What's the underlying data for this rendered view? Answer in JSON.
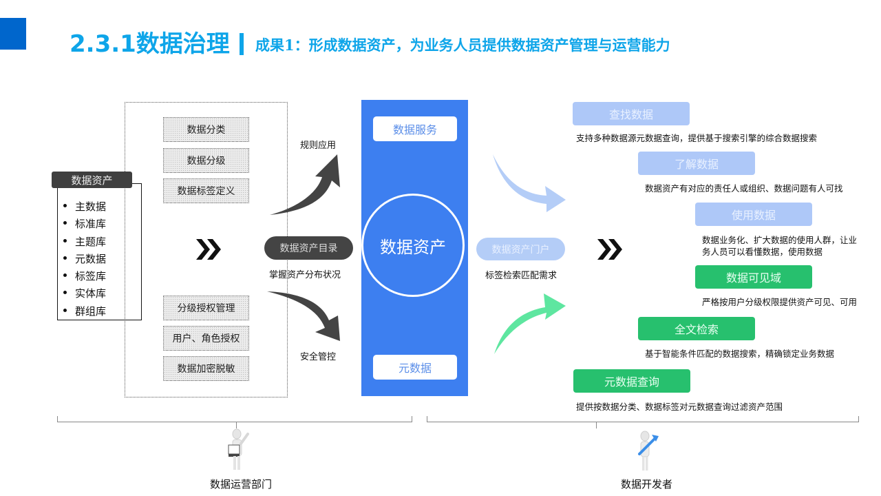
{
  "header": {
    "section_number_title": "2.3.1数据治理",
    "subtitle": "成果1：形成数据资产，为业务人员提供数据资产管理与运营能力"
  },
  "left": {
    "governance_items_top": [
      "数据分类",
      "数据分级",
      "数据标签定义"
    ],
    "governance_items_bottom": [
      "分级授权管理",
      "用户、角色授权",
      "数据加密脱敏"
    ],
    "asset_box": {
      "label": "数据资产",
      "items": [
        "主数据",
        "标准库",
        "主题库",
        "元数据",
        "标签库",
        "实体库",
        "群组库"
      ]
    },
    "chevron": "»"
  },
  "middle": {
    "arrow_up_caption": "规则应用",
    "arrow_down_caption": "安全管控",
    "catalog_pill": "数据资产目录",
    "catalog_caption": "掌握资产分布状况",
    "column": {
      "top_button": "数据服务",
      "center_circle": "数据资产",
      "bottom_button": "元数据"
    },
    "portal_pill": "数据资产门户",
    "portal_caption": "标签检索匹配需求",
    "chevron": "»"
  },
  "right": {
    "features": [
      {
        "label": "查找数据",
        "style": "light",
        "desc": "支持多种数据源元数据查询，提供基于搜索引擎的综合数据搜索"
      },
      {
        "label": "了解数据",
        "style": "light",
        "desc": "数据资产有对应的责任人或组织、数据问题有人可找"
      },
      {
        "label": "使用数据",
        "style": "light",
        "desc_lines": [
          "数据业务化、扩大数据的使用人群，让业",
          "务人员可以看懂数据，使用数据"
        ]
      },
      {
        "label": "数据可见域",
        "style": "green",
        "desc": "严格按用户分级权限提供资产可见、可用"
      },
      {
        "label": "全文检索",
        "style": "green",
        "desc": "基于智能条件匹配的数据搜索，精确锁定业务数据"
      },
      {
        "label": "元数据查询",
        "style": "green",
        "desc": "提供按数据分类、数据标签对元数据查询过滤资产范围"
      }
    ]
  },
  "footer": {
    "left_role": "数据运营部门",
    "right_role": "数据开发者"
  },
  "colors": {
    "title": "#0ea5e9",
    "corner": "#0066cc",
    "column_blue": "#3d7ff0",
    "light_blue": "#aec8f8",
    "green": "#27c06e",
    "dark_gray": "#444444"
  }
}
